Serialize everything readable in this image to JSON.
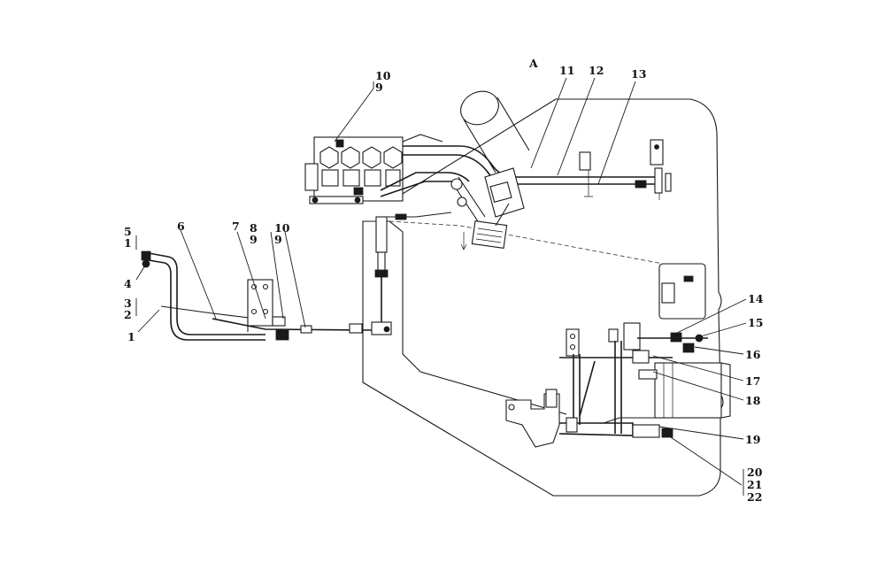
{
  "view_label": "A",
  "callouts": {
    "c1": "1",
    "c2": "2",
    "c3": "3",
    "c4": "4",
    "c5": "5",
    "c5b": "1",
    "c6": "6",
    "c7": "7",
    "c8": "8",
    "c8b": "9",
    "c10a": "10",
    "c10ab": "9",
    "c10t": "10",
    "c9t": "9",
    "c11": "11",
    "c12": "12",
    "c13": "13",
    "c14": "14",
    "c15": "15",
    "c16": "16",
    "c17": "17",
    "c18": "18",
    "c19": "19",
    "c20": "20",
    "c21": "21",
    "c22": "22"
  }
}
